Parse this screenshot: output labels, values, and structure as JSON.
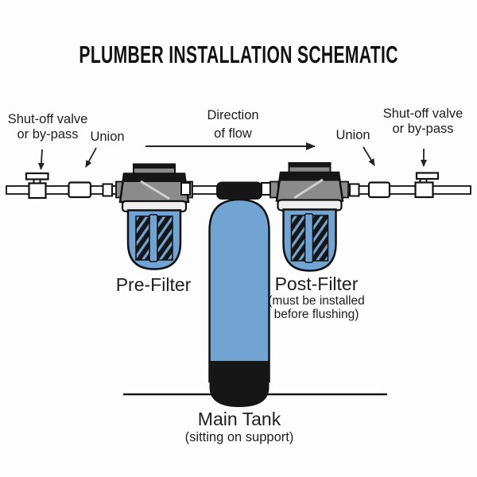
{
  "title": "PLUMBER INSTALLATION SCHEMATIC",
  "colors": {
    "blue": "#71a3d3",
    "gray": "#8b8b8b",
    "dark": "#161616",
    "collar": "#efefef",
    "white": "#ffffff",
    "outline": "#111111",
    "arrow": "#222222"
  },
  "labels": {
    "left_shutoff": {
      "line1": "Shut-off valve",
      "line2": "or by-pass"
    },
    "left_union": "Union",
    "flow": {
      "line1": "Direction",
      "line2": "of flow"
    },
    "right_union": "Union",
    "right_shutoff": {
      "line1": "Shut-off valve",
      "line2": "or by-pass"
    },
    "pre_filter": "Pre-Filter",
    "post_filter": {
      "name": "Post-Filter",
      "note1": "(must be installed",
      "note2": "before flushing)"
    },
    "main_tank": {
      "name": "Main Tank",
      "note": "(sitting on support)"
    }
  }
}
